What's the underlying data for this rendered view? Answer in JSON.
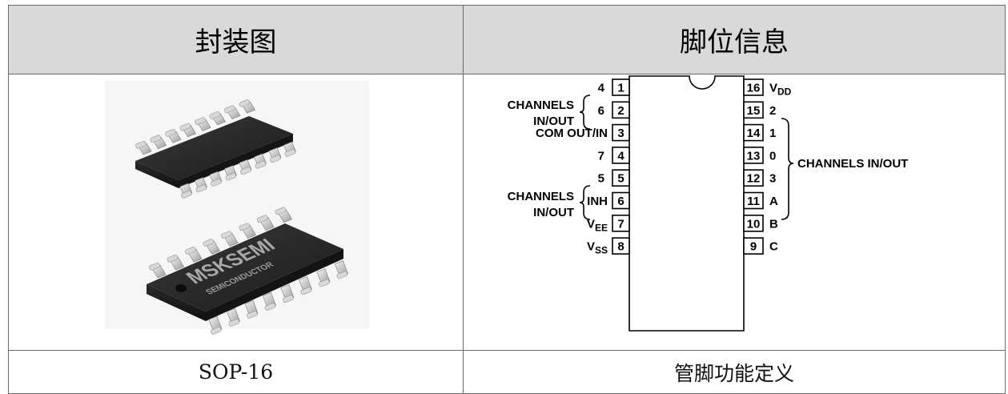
{
  "header": {
    "package_label": "封装图",
    "pinout_label": "脚位信息"
  },
  "package": {
    "name": "SOP-16",
    "chip_brand": "MSKSEMI",
    "chip_subtitle": "SEMICONDUCTOR"
  },
  "pinout": {
    "caption": "管脚功能定义",
    "left_pins": [
      {
        "num": "1",
        "label": "4"
      },
      {
        "num": "2",
        "label": "6"
      },
      {
        "num": "3",
        "label": "COM OUT/IN"
      },
      {
        "num": "4",
        "label": "7"
      },
      {
        "num": "5",
        "label": "5"
      },
      {
        "num": "6",
        "label": "INH"
      },
      {
        "num": "7",
        "label": "VEE"
      },
      {
        "num": "8",
        "label": "VSS"
      }
    ],
    "right_pins": [
      {
        "num": "16",
        "label": "VDD"
      },
      {
        "num": "15",
        "label": "2"
      },
      {
        "num": "14",
        "label": "1"
      },
      {
        "num": "13",
        "label": "0"
      },
      {
        "num": "12",
        "label": "3"
      },
      {
        "num": "11",
        "label": "A"
      },
      {
        "num": "10",
        "label": "B"
      },
      {
        "num": "9",
        "label": "C"
      }
    ],
    "group_labels": {
      "left_top": [
        "CHANNELS",
        "IN/OUT"
      ],
      "left_bottom": [
        "CHANNELS",
        "IN/OUT"
      ],
      "right": "CHANNELS IN/OUT"
    }
  }
}
